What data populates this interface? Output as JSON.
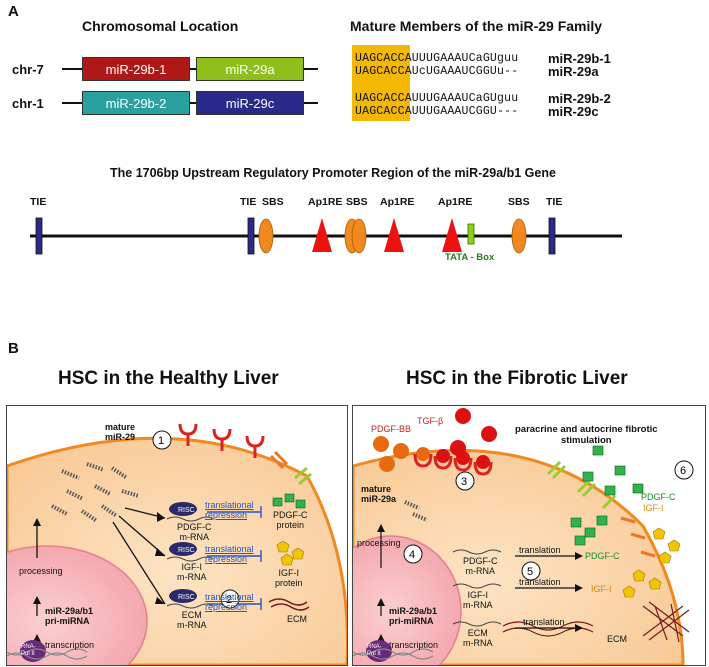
{
  "panel_a": {
    "letter": "A",
    "chromosomal_location_title": "Chromosomal Location",
    "mature_members_title": "Mature Members of the miR-29 Family",
    "chr7_label": "chr-7",
    "chr1_label": "chr-1",
    "genes": {
      "b1": {
        "label": "miR-29b-1",
        "color": "#b01818"
      },
      "a": {
        "label": "miR-29a",
        "color": "#8fbf1a"
      },
      "b2": {
        "label": "miR-29b-2",
        "color": "#2aa0a0"
      },
      "c": {
        "label": "miR-29c",
        "color": "#2a2a8a"
      }
    },
    "sequences": [
      {
        "seq": "UAGCACCAUUUGAAAUCaGUguu",
        "name": "miR-29b-1"
      },
      {
        "seq": "UAGCACCAUcUGAAAUCGGUu--",
        "name": "miR-29a"
      },
      {
        "seq": "UAGCACCAUUUGAAAUCaGUguu",
        "name": "miR-29b-2"
      },
      {
        "seq": "UAGCACCAUUUGAAAUCGGU---",
        "name": "miR-29c"
      }
    ],
    "seed_highlight_color": "#f5b800",
    "promoter_title": "The 1706bp Upstream Regulatory Promoter Region of the miR-29a/b1 Gene",
    "promoter_labels": {
      "tie1": "TIE",
      "tie2": "TIE",
      "tie3": "TIE",
      "sbs1": "SBS",
      "sbs2": "SBS",
      "sbs3": "SBS",
      "ap1": "Ap1RE",
      "ap2": "Ap1RE",
      "ap3": "Ap1RE",
      "tata": "TATA - Box"
    }
  },
  "panel_b": {
    "letter": "B",
    "healthy_title": "HSC in the Healthy Liver",
    "fibrotic_title": "HSC in the Fibrotic Liver",
    "healthy": {
      "mature_mir": "mature\nmiR-29",
      "step1": "1",
      "step2": "2",
      "processing": "processing",
      "pri_mirna": "miR-29a/b1\npri-miRNA",
      "transcription": "transcription",
      "rna_pol": "RNA-\nPol II",
      "risc": "RISC",
      "trans_rep": "translational\nrepression",
      "pdgfc_mrna": "PDGF-C\nm-RNA",
      "igf1_mrna": "IGF-I\nm-RNA",
      "ecm_mrna": "ECM\nm-RNA",
      "pdgfc_protein": "PDGF-C\nprotein",
      "igf1_protein": "IGF-I\nprotein",
      "ecm": "ECM"
    },
    "fibrotic": {
      "tgfb": "TGF-β",
      "pdgfbb": "PDGF-BB",
      "paracrine": "paracrine and autocrine fibrotic\nstimulation",
      "step3": "3",
      "step4": "4",
      "step5": "5",
      "step6": "6",
      "mature_mir": "mature\nmiR-29a",
      "processing": "processing",
      "pri_mirna": "miR-29a/b1\npri-miRNA",
      "transcription": "transcription",
      "rna_pol": "RNA-\nPol II",
      "pdgfc_mrna": "PDGF-C\nm-RNA",
      "igf1_mrna": "IGF-I\nm-RNA",
      "ecm_mrna": "ECM\nm-RNA",
      "translation": "translation",
      "pdgfc": "PDGF-C",
      "igf1": "IGF-I",
      "ecm": "ECM"
    }
  }
}
